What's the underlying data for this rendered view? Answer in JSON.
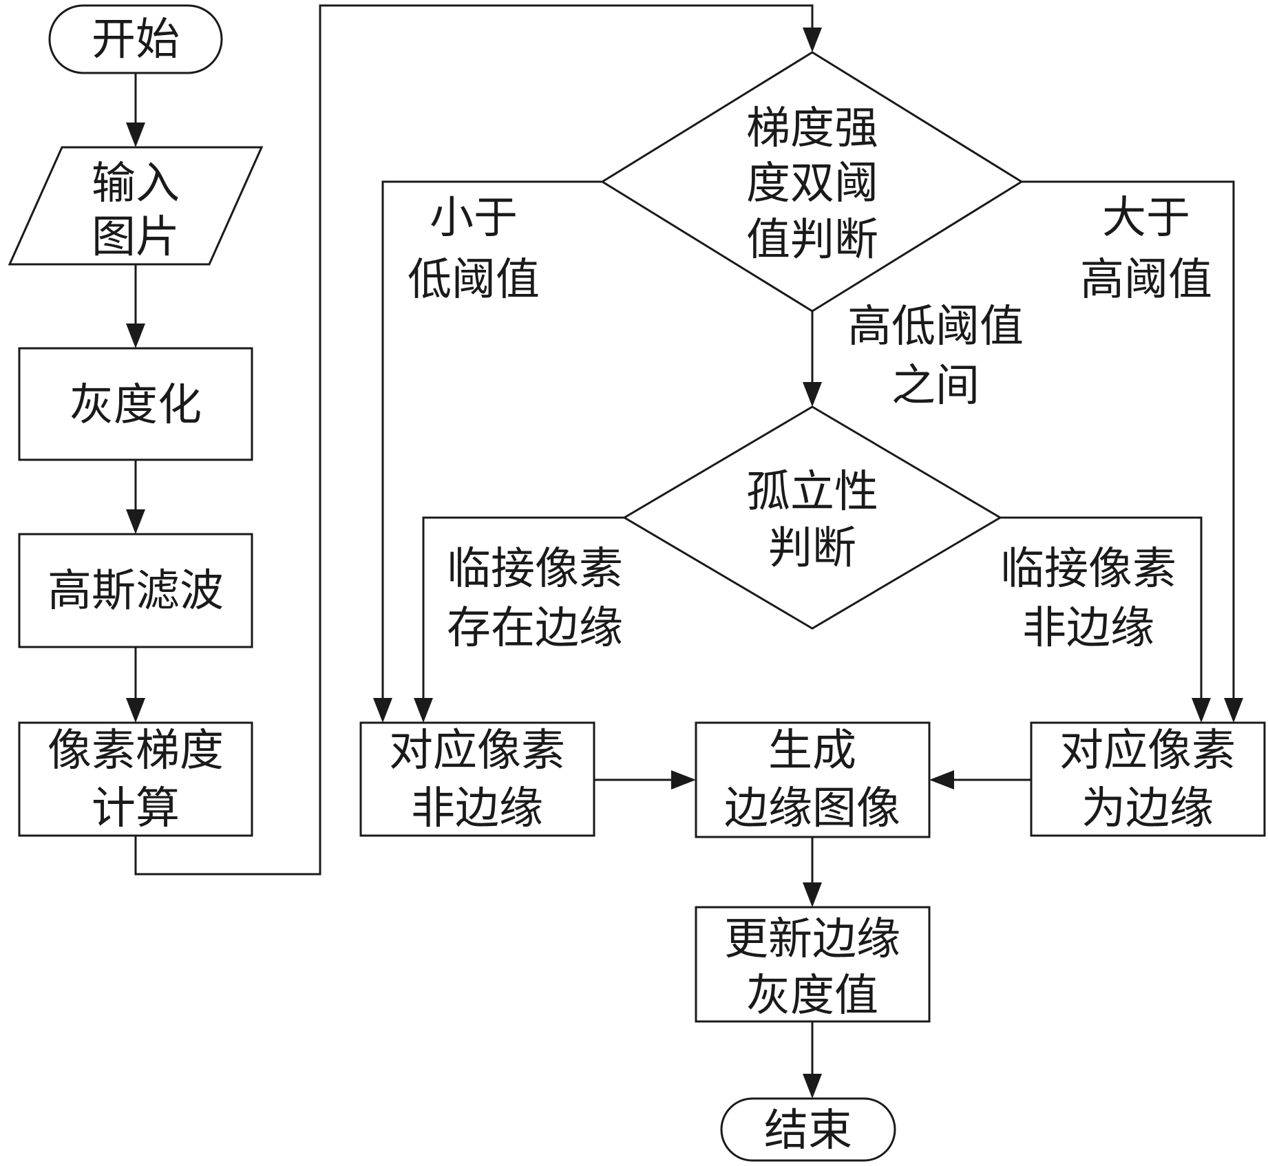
{
  "nodes": {
    "start": {
      "shape": "terminal",
      "lines": [
        "开始"
      ]
    },
    "input": {
      "shape": "parallelogram",
      "lines": [
        "输入",
        "图片"
      ]
    },
    "grayscale": {
      "shape": "rect",
      "lines": [
        "灰度化"
      ]
    },
    "gaussian": {
      "shape": "rect",
      "lines": [
        "高斯滤波"
      ]
    },
    "gradient": {
      "shape": "rect",
      "lines": [
        "像素梯度",
        "计算"
      ]
    },
    "dual_threshold": {
      "shape": "diamond",
      "lines": [
        "梯度强",
        "度双阈",
        "值判断"
      ]
    },
    "isolation": {
      "shape": "diamond",
      "lines": [
        "孤立性",
        "判断"
      ]
    },
    "non_edge": {
      "shape": "rect",
      "lines": [
        "对应像素",
        "非边缘"
      ]
    },
    "generate": {
      "shape": "rect",
      "lines": [
        "生成",
        "边缘图像"
      ]
    },
    "is_edge": {
      "shape": "rect",
      "lines": [
        "对应像素",
        "为边缘"
      ]
    },
    "update": {
      "shape": "rect",
      "lines": [
        "更新边缘",
        "灰度值"
      ]
    },
    "end": {
      "shape": "terminal",
      "lines": [
        "结束"
      ]
    }
  },
  "edge_labels": {
    "below_low": [
      "小于",
      "低阈值"
    ],
    "above_high": [
      "大于",
      "高阈值"
    ],
    "between": [
      "高低阈值",
      "之间"
    ],
    "neighbor_edge": [
      "临接像素",
      "存在边缘"
    ],
    "neighbor_non_edge": [
      "临接像素",
      "非边缘"
    ]
  },
  "edges": [
    {
      "from": "start",
      "to": "input"
    },
    {
      "from": "input",
      "to": "grayscale"
    },
    {
      "from": "grayscale",
      "to": "gaussian"
    },
    {
      "from": "gaussian",
      "to": "gradient"
    },
    {
      "from": "gradient",
      "to": "dual_threshold"
    },
    {
      "from": "dual_threshold",
      "to": "non_edge",
      "label": "below_low"
    },
    {
      "from": "dual_threshold",
      "to": "is_edge",
      "label": "above_high"
    },
    {
      "from": "dual_threshold",
      "to": "isolation",
      "label": "between"
    },
    {
      "from": "isolation",
      "to": "non_edge",
      "label": "neighbor_edge"
    },
    {
      "from": "isolation",
      "to": "is_edge",
      "label": "neighbor_non_edge"
    },
    {
      "from": "non_edge",
      "to": "generate"
    },
    {
      "from": "is_edge",
      "to": "generate"
    },
    {
      "from": "generate",
      "to": "update"
    },
    {
      "from": "update",
      "to": "end"
    }
  ],
  "colors": {
    "stroke": "#1a1a1a",
    "fill": "#ffffff",
    "background": "#ffffff"
  }
}
